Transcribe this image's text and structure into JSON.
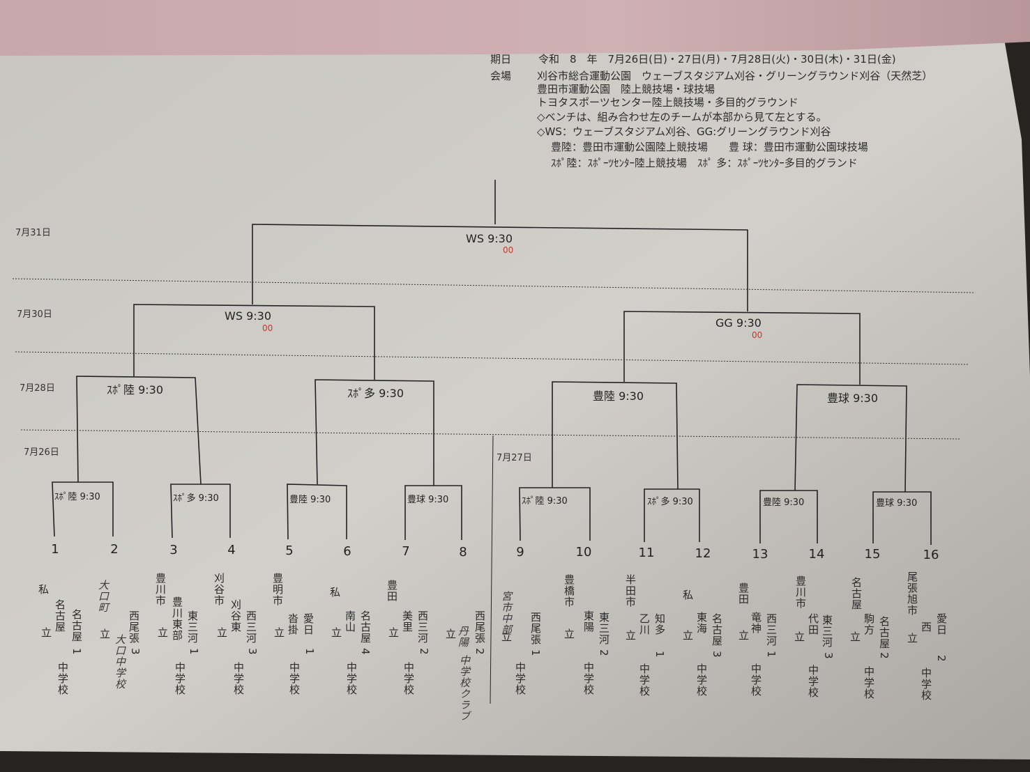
{
  "header": {
    "dates_label": "期日",
    "dates_value": "令和　8　年　7月26日(日)・27日(月)・7月28日(火)・30日(木)・31日(金)",
    "venue_label": "会場",
    "venue_lines": [
      "刈谷市総合運動公園　ウェーブスタジアム刈谷・グリーングラウンド刈谷（天然芝）",
      "豊田市運動公園　陸上競技場・球技場",
      "トヨタスポーツセンター陸上競技場・多目的グラウンド",
      "◇ベンチは、組み合わせ左のチームが本部から見て左とする。",
      "◇WS：ウェーブスタジアム刈谷、GG:グリーングラウンド刈谷",
      "豊陸：豊田市運動公園陸上競技場　　豊 球：豊田市運動公園球技場",
      "ｽﾎﾟ陸：ｽﾎﾟｰﾂｾﾝﾀｰ陸上競技場　ｽﾎﾟ 多：ｽﾎﾟｰﾂｾﾝﾀｰ多目的グランド"
    ]
  },
  "round_dates": {
    "r4": "7月31日",
    "r3": "7月30日",
    "r2": "7月28日",
    "r1a": "7月26日",
    "r1b": "7月27日"
  },
  "matches": {
    "final": "WS 9:30",
    "sf1": "WS 9:30",
    "sf2": "GG 9:30",
    "qf1": "ｽﾎﾟ陸 9:30",
    "qf2": "ｽﾎﾟ多 9:30",
    "qf3": "豊陸 9:30",
    "qf4": "豊球 9:30",
    "r1": [
      "ｽﾎﾟ陸 9:30",
      "ｽﾎﾟ多 9:30",
      "豊陸 9:30",
      "豊球 9:30",
      "ｽﾎﾟ陸 9:30",
      "ｽﾎﾟ多 9:30",
      "豊陸 9:30",
      "豊球 9:30"
    ]
  },
  "handwritten_marks": {
    "final": "00",
    "sf1": "00",
    "sf2": "00"
  },
  "seeds": [
    "1",
    "2",
    "3",
    "4",
    "5",
    "6",
    "7",
    "8",
    "9",
    "10",
    "11",
    "12",
    "13",
    "14",
    "15",
    "16"
  ],
  "teams": [
    {
      "city": "私",
      "school": "名古屋",
      "type": "立",
      "region": "名古屋",
      "rank": "1",
      "suffix": "中学校"
    },
    {
      "city": "",
      "school": "大口町",
      "type": "立",
      "region": "西尾張",
      "rank": "3",
      "suffix": "大口中学校"
    },
    {
      "city": "豊川市",
      "school": "豊川東部",
      "type": "立",
      "region": "東三河",
      "rank": "1",
      "suffix": "中学校"
    },
    {
      "city": "刈谷市",
      "school": "刈谷東",
      "type": "立",
      "region": "西三河",
      "rank": "3",
      "suffix": "中学校"
    },
    {
      "city": "豊明市",
      "school": "沓掛",
      "type": "立",
      "region": "愛日",
      "rank": "1",
      "suffix": "中学校"
    },
    {
      "city": "私",
      "school": "南山",
      "type": "立",
      "region": "名古屋",
      "rank": "4",
      "suffix": "中学校"
    },
    {
      "city": "豊田",
      "school": "美里",
      "type": "立",
      "region": "西三河",
      "rank": "2",
      "suffix": "中学校"
    },
    {
      "city": "",
      "school": "丹陽",
      "type": "立",
      "region": "西尾張",
      "rank": "2",
      "suffix": "中学校クラブ"
    },
    {
      "city": "",
      "school": "宮市中部",
      "type": "立",
      "region": "西尾張",
      "rank": "1",
      "suffix": "中学校"
    },
    {
      "city": "豊橋市",
      "school": "東陽",
      "type": "立",
      "region": "東三河",
      "rank": "2",
      "suffix": "中学校"
    },
    {
      "city": "半田市",
      "school": "乙川",
      "type": "立",
      "region": "知多",
      "rank": "1",
      "suffix": "中学校"
    },
    {
      "city": "私",
      "school": "東海",
      "type": "立",
      "region": "名古屋",
      "rank": "3",
      "suffix": "中学校"
    },
    {
      "city": "豊田",
      "school": "竜神",
      "type": "立",
      "region": "西三河",
      "rank": "1",
      "suffix": "中学校"
    },
    {
      "city": "豊川市",
      "school": "代田",
      "type": "立",
      "region": "東三河",
      "rank": "3",
      "suffix": "中学校"
    },
    {
      "city": "名古屋",
      "school": "駒方",
      "type": "立",
      "region": "名古屋",
      "rank": "2",
      "suffix": "中学校"
    },
    {
      "city": "尾張旭市",
      "school": "西",
      "type": "立",
      "region": "愛日",
      "rank": "2",
      "suffix": "中学校"
    }
  ]
}
